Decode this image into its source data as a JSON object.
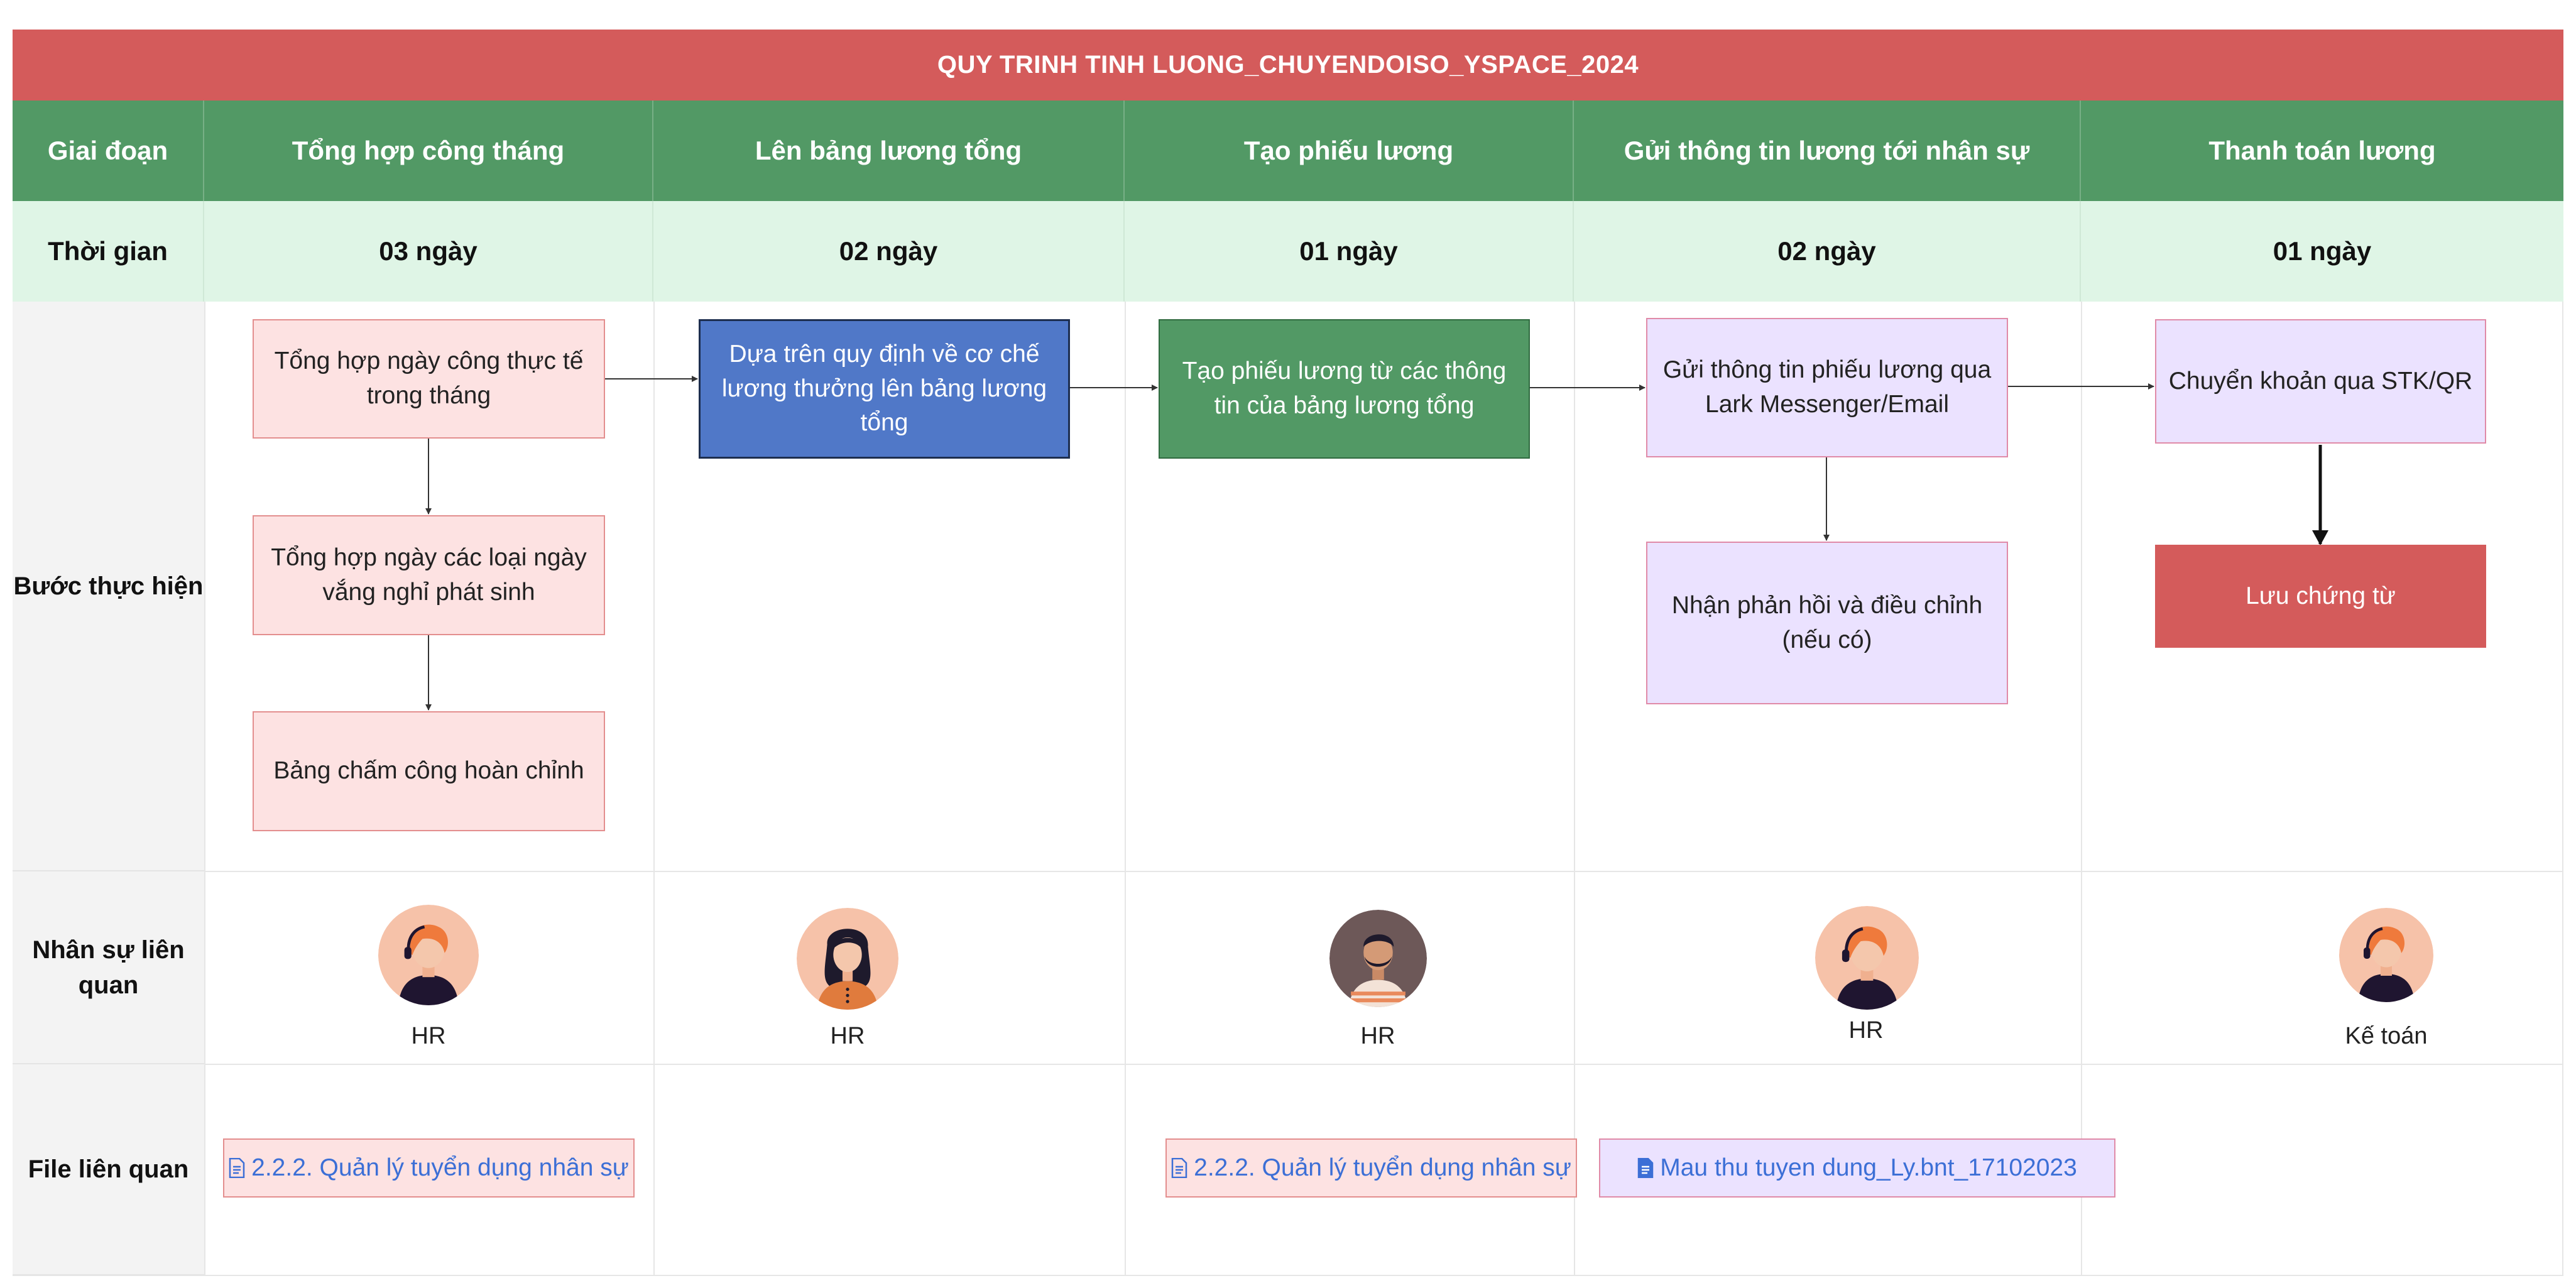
{
  "title": "QUY TRINH TINH LUONG_CHUYENDOISO_YSPACE_2024",
  "rows": {
    "phase": "Giai đoạn",
    "time": "Thời gian",
    "steps": "Bước thực hiện",
    "people": "Nhân sự liên quan",
    "files": "File liên quan"
  },
  "stages": [
    {
      "name": "Tổng hợp công tháng",
      "duration": "03 ngày"
    },
    {
      "name": "Lên bảng lương tổng",
      "duration": "02 ngày"
    },
    {
      "name": "Tạo phiếu lương",
      "duration": "01 ngày"
    },
    {
      "name": "Gửi thông tin lương tới nhân sự",
      "duration": "02 ngày"
    },
    {
      "name": "Thanh toán lương",
      "duration": "01 ngày"
    }
  ],
  "steps": {
    "s1a": "Tổng hợp ngày công thực tế trong tháng",
    "s1b": "Tổng hợp ngày các loại ngày vắng nghỉ phát sinh",
    "s1c": "Bảng chấm công hoàn chỉnh",
    "s2a": "Dựa trên quy định về cơ chế lương thưởng lên bảng lương tổng",
    "s3a": "Tạo phiếu lương từ các thông tin của bảng lương tổng",
    "s4a": "Gửi thông tin phiếu lương qua Lark Messenger/Email",
    "s4b": "Nhận phản hồi và điều chỉnh (nếu có)",
    "s5a": "Chuyển khoản qua STK/QR",
    "s5b": "Lưu chứng từ"
  },
  "people": [
    {
      "role": "HR",
      "icon": "avatar-redhead-headset-icon"
    },
    {
      "role": "HR",
      "icon": "avatar-woman-dark-hair-icon"
    },
    {
      "role": "HR",
      "icon": "avatar-man-beard-icon"
    },
    {
      "role": "HR",
      "icon": "avatar-redhead-headset-icon"
    },
    {
      "role": "Kế toán",
      "icon": "avatar-redhead-headset-icon"
    }
  ],
  "files": [
    {
      "label": "2.2.2. Quản lý tuyển dụng nhân sự",
      "icon": "document-icon"
    },
    {
      "label": "2.2.2. Quản lý tuyển dụng nhân sự",
      "icon": "document-icon"
    },
    {
      "label": "Mau thu tuyen dung_Ly.bnt_17102023",
      "icon": "document-icon"
    }
  ],
  "colors": {
    "title_bg": "#d45b5b",
    "header_bg": "#529965",
    "time_bg": "#dff5e6",
    "label_bg": "#f3f3f3",
    "pink_box": "#fde2e2",
    "lavender_box": "#ebe2ff",
    "blue_box": "#5078c8",
    "green_box": "#529965",
    "red_box": "#d45b5b",
    "link": "#3c6fd6"
  }
}
